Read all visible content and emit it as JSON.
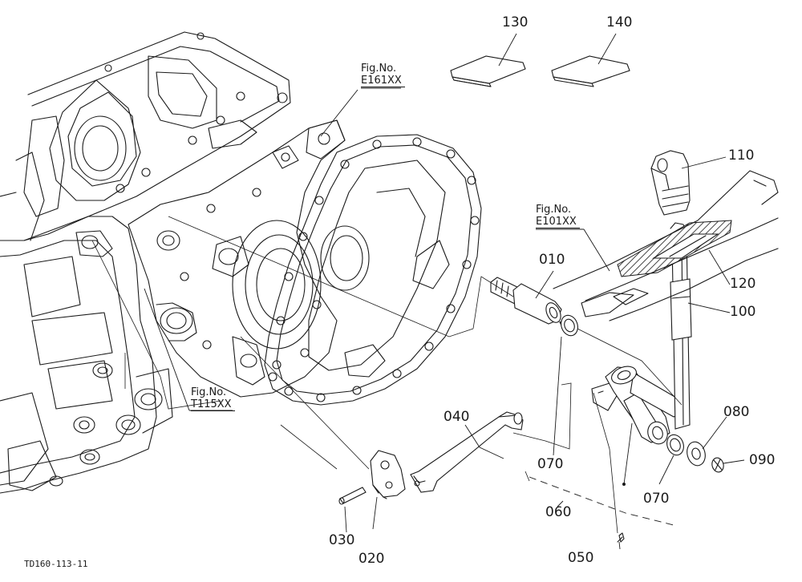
{
  "diagram": {
    "drawing_code": "TD160-113-11",
    "part_labels": {
      "p010": "010",
      "p020": "020",
      "p030": "030",
      "p040": "040",
      "p050": "050",
      "p060": "060",
      "p070a": "070",
      "p070b": "070",
      "p080": "080",
      "p090": "090",
      "p100": "100",
      "p110": "110",
      "p120": "120",
      "p130": "130",
      "p140": "140"
    },
    "figure_refs": {
      "e161": {
        "caption": "Fig.No.",
        "number": "E161XX"
      },
      "e101": {
        "caption": "Fig.No.",
        "number": "E101XX"
      },
      "t115": {
        "caption": "Fig.No.",
        "number": "T115XX"
      }
    }
  }
}
